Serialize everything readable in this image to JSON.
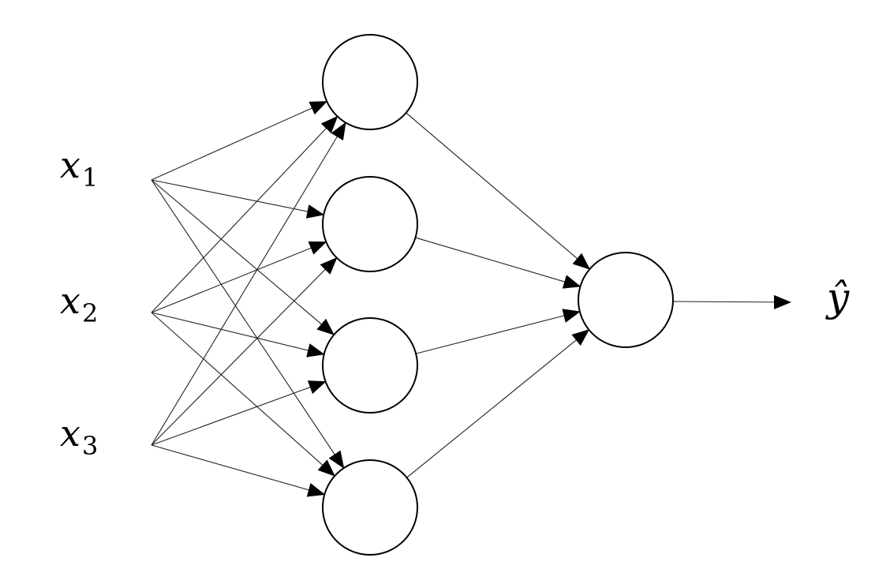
{
  "inputs": [
    {
      "var": "x",
      "sub": "1"
    },
    {
      "var": "x",
      "sub": "2"
    },
    {
      "var": "x",
      "sub": "3"
    }
  ],
  "hidden_layer": {
    "units": 4
  },
  "output_layer": {
    "units": 1
  },
  "output": {
    "label": "ŷ"
  },
  "colors": {
    "stroke": "#000000",
    "background": "#ffffff"
  }
}
